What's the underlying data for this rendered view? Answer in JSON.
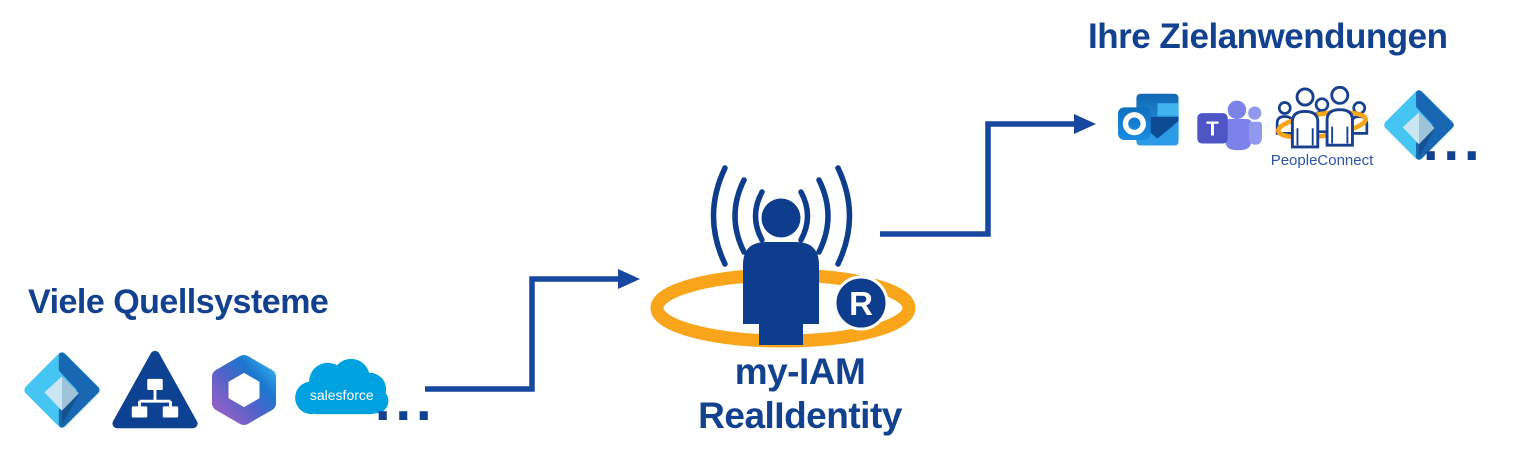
{
  "diagram": {
    "left": {
      "title": "Viele Quellsysteme",
      "icons": [
        "entra-id",
        "active-directory",
        "microsoft-365",
        "salesforce"
      ],
      "salesforce_label": "salesforce",
      "more": "..."
    },
    "center": {
      "product_line1": "my-IAM",
      "product_line2": "RealIdentity",
      "badge_letter": "R"
    },
    "right": {
      "title": "Ihre Zielanwendungen",
      "icons": [
        "outlook",
        "teams",
        "peopleconnect",
        "entra-id"
      ],
      "outlook_letter": "O",
      "teams_letter": "T",
      "peopleconnect_label": "PeopleConnect",
      "more": "..."
    },
    "colors": {
      "navy": "#12418F",
      "arrow": "#17479E",
      "orange": "#F9A51B",
      "salesforce_blue": "#00A1E0",
      "teams_purple": "#4E56C6",
      "outlook_blue": "#1172C8"
    }
  }
}
